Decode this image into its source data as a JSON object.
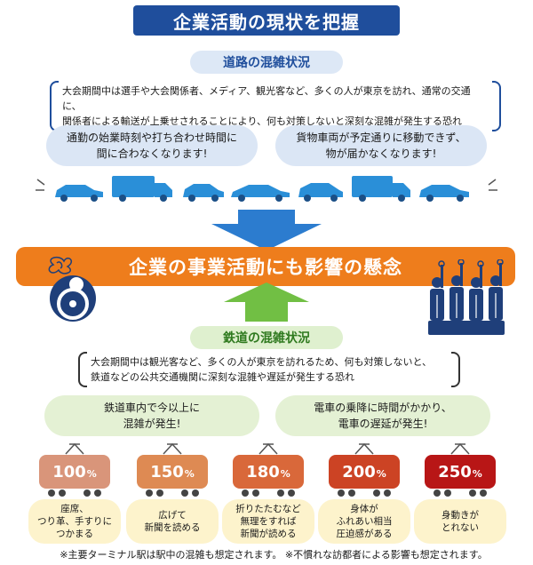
{
  "title": "企業活動の現状を把握",
  "road": {
    "heading": "道路の混雑状況",
    "description_lines": [
      "大会期間中は選手や大会関係者、メディア、観光客など、多くの人が東京を訪れ、通常の交通に、",
      "関係者による輸送が上乗せされることにより、何も対策しないと深刻な混雑が発生する恐れ"
    ],
    "bubbles": [
      [
        "通勤の始業時刻や打ち合わせ時間に",
        "間に合わなくなります!"
      ],
      [
        "貨物車両が予定通りに移動できず、",
        "物が届かなくなります!"
      ]
    ]
  },
  "concern": "企業の事業活動にも影響の懸念",
  "rail": {
    "heading": "鉄道の混雑状況",
    "description_lines": [
      "大会期間中は観光客など、多くの人が東京を訪れるため、何も対策しないと、",
      "鉄道などの公共交通機関に深刻な混雑や遅延が発生する恐れ"
    ],
    "bubbles": [
      [
        "鉄道車内で今以上に",
        "混雑が発生!"
      ],
      [
        "電車の乗降に時間がかかり、",
        "電車の遅延が発生!"
      ]
    ]
  },
  "congestion_levels": [
    {
      "value": "100",
      "unit": "%",
      "color": "#d9957a",
      "lines": [
        "座席、",
        "つり革、手すりに",
        "つかまる"
      ]
    },
    {
      "value": "150",
      "unit": "%",
      "color": "#de8a53",
      "lines": [
        "広げて",
        "新聞を読める"
      ]
    },
    {
      "value": "180",
      "unit": "%",
      "color": "#d9683a",
      "lines": [
        "折りたたむなど",
        "無理をすれば",
        "新聞が読める"
      ]
    },
    {
      "value": "200",
      "unit": "%",
      "color": "#cc4324",
      "lines": [
        "身体が",
        "ふれあい相当",
        "圧迫感がある"
      ]
    },
    {
      "value": "250",
      "unit": "%",
      "color": "#b81616",
      "lines": [
        "身動きが",
        "とれない"
      ]
    }
  ],
  "footnote": "※主要ターミナル駅は駅中の混雑も想定されます。 ※不慣れな訪都者による影響も想定されます。",
  "colors": {
    "title_bg": "#1f4e9c",
    "vehicle": "#2a8fd8",
    "concern": "#ee7d1c",
    "arrow_down": "#2c7ccf",
    "arrow_up": "#71bf44"
  }
}
